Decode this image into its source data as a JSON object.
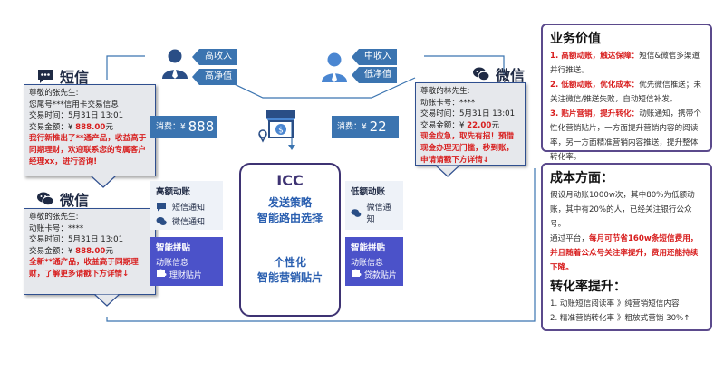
{
  "left_sms": {
    "title": "短信",
    "card": {
      "l1": "尊敬的张先生:",
      "l2": "您尾号***信用卡交易信息",
      "l3": "交易时间：5月31日 13:01",
      "l4a": "交易金额：¥ ",
      "l4b": "888.00",
      "l4c": "元",
      "red": "我行新推出了**通产品，收益高于同期理财，欢迎联系您的专属客户经理xx，进行咨询!"
    }
  },
  "left_wechat": {
    "title": "微信",
    "card": {
      "l1": "尊敬的张先生:",
      "l2": "动账卡号：****",
      "l3": "交易时间：5月31日 13:01",
      "l4a": "交易金额：¥ ",
      "l4b": "888.00",
      "l4c": "元",
      "red": "全新**通产品，收益高于同期理财，了解更多请戳下方详情↓"
    }
  },
  "left_user": {
    "tag1": "高收入",
    "tag2": "高净值",
    "spend_label": "消费：¥",
    "spend_value": "888"
  },
  "right_user": {
    "tag1": "中收入",
    "tag2": "低净值",
    "spend_label": "消费：¥",
    "spend_value": "22"
  },
  "right_wechat": {
    "title": "微信",
    "card": {
      "l1": "尊敬的林先生:",
      "l2": "动账卡号：****",
      "l3": "交易时间：5月31日 13:01",
      "l4a": "交易金额：¥ ",
      "l4b": "22.00",
      "l4c": "元",
      "red": "现金应急，取先有招！预借现金办理无门槛，秒到账，申请请戳下方详情↓"
    }
  },
  "icc": {
    "title": "ICC",
    "line1": "发送策略",
    "line2": "智能路由选择",
    "line3": "个性化",
    "line4": "智能营销贴片"
  },
  "features": {
    "high": {
      "title": "高额动账",
      "item1": "短信通知",
      "item2": "微信通知"
    },
    "low": {
      "title": "低额动账",
      "item1": "微信通知"
    },
    "smart_left": {
      "title": "智能拼贴",
      "item1": "动账信息",
      "item2": "理财贴片"
    },
    "smart_right": {
      "title": "智能拼贴",
      "item1": "动账信息",
      "item2": "贷款贴片"
    }
  },
  "panel_value": {
    "title": "业务价值",
    "p1_hl": "1. 高额动账，触达保障：",
    "p1": "短信&微信多渠道并行推送。",
    "p2_hl": "2. 低额动账，优化成本：",
    "p2": "优先微信推送；未关注微信/推送失败，自动短信补发。",
    "p3_hl": "3. 贴片营销，提升转化：",
    "p3": "动账通知，携带个性化营销贴片，一方面提升营销内容的阅读率，另一方面精准营销内容推送，提升整体转化率。"
  },
  "panel_cost": {
    "title": "成本方面：",
    "c1": "假设月动账1000w次，其中80%为低额动账，其中有20%的人，已经关注银行公众号。",
    "c2a": "通过平台，",
    "c2_hl": "每月可节省160w条短信费用，并且随着公众号关注率提升，费用还能持续下降。",
    "conv_title": "转化率提升：",
    "r1": "1. 动账短信阅读率 》纯营销短信内容",
    "r2": "2. 精准营销转化率 》粗放式营销 30%↑"
  },
  "colors": {
    "accent_blue": "#3b74b0",
    "dark_purple": "#3e3373",
    "feature_dark": "#4b52c9",
    "highlight_red": "#d81e1e"
  }
}
